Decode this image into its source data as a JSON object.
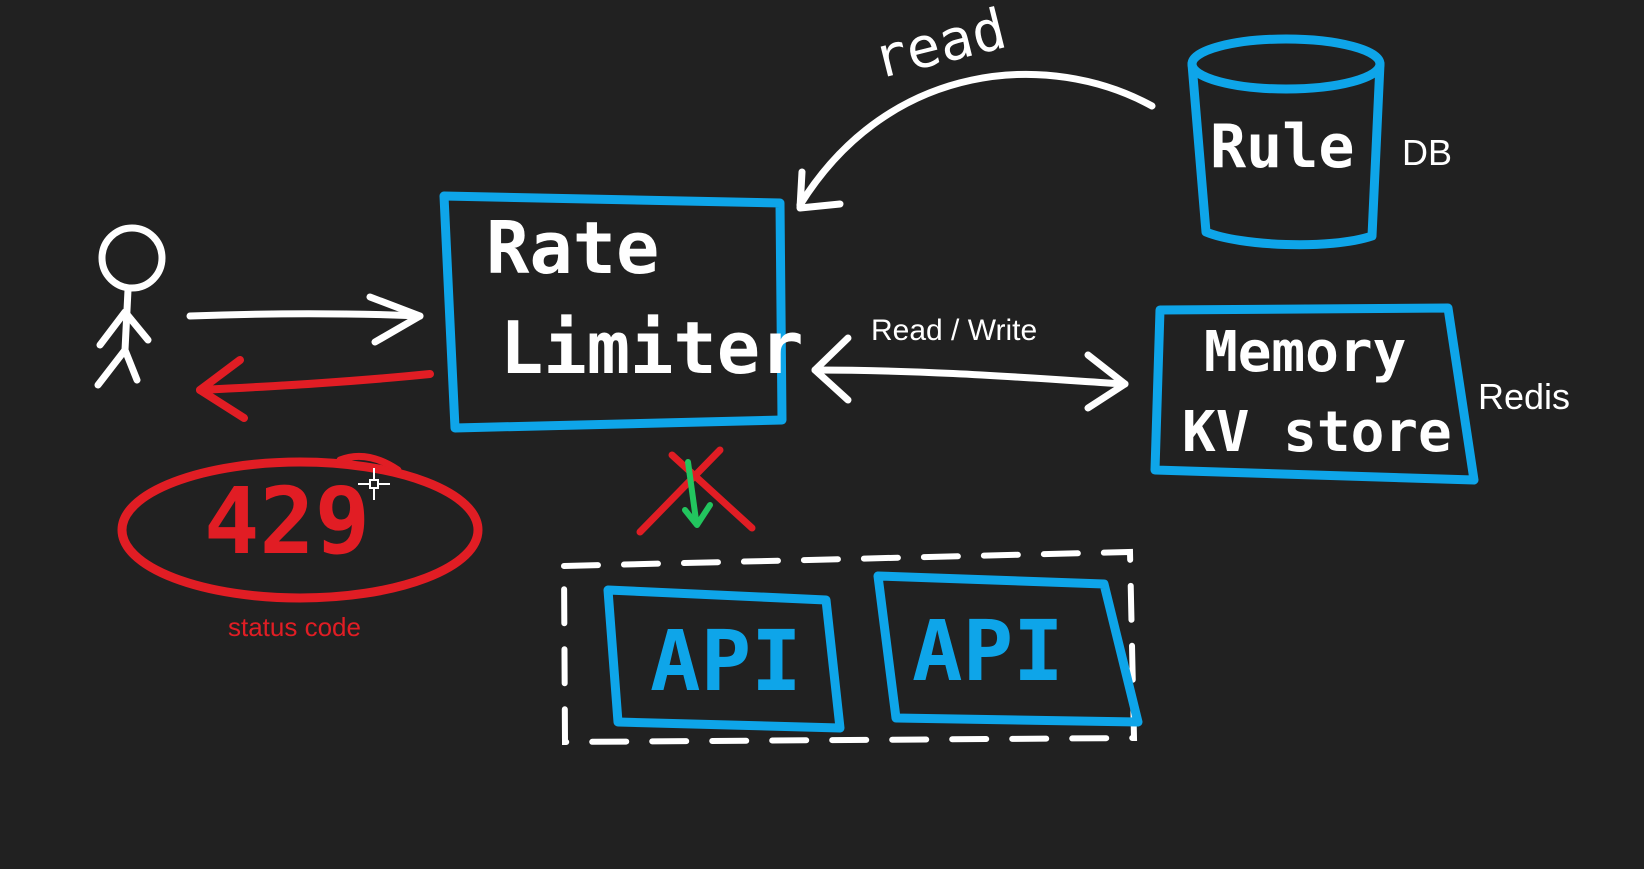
{
  "colors": {
    "background": "#212121",
    "ink_white": "#ffffff",
    "ink_blue": "#0ea5e9",
    "ink_red": "#e11d24",
    "ink_green": "#22c55e"
  },
  "labels": {
    "read": "read",
    "rule": "Rule",
    "db": "DB",
    "rate_limiter_line1": "Rate",
    "rate_limiter_line2": "Limiter",
    "read_write": "Read / Write",
    "memory_line1": "Memory",
    "memory_line2": "KV store",
    "redis": "Redis",
    "status_value": "429",
    "status_code": "status code",
    "api_1": "API",
    "api_2": "API"
  },
  "icons": [
    "stick-figure-icon",
    "cursor-crosshair-icon",
    "cross-mark-icon",
    "down-arrow-icon"
  ]
}
